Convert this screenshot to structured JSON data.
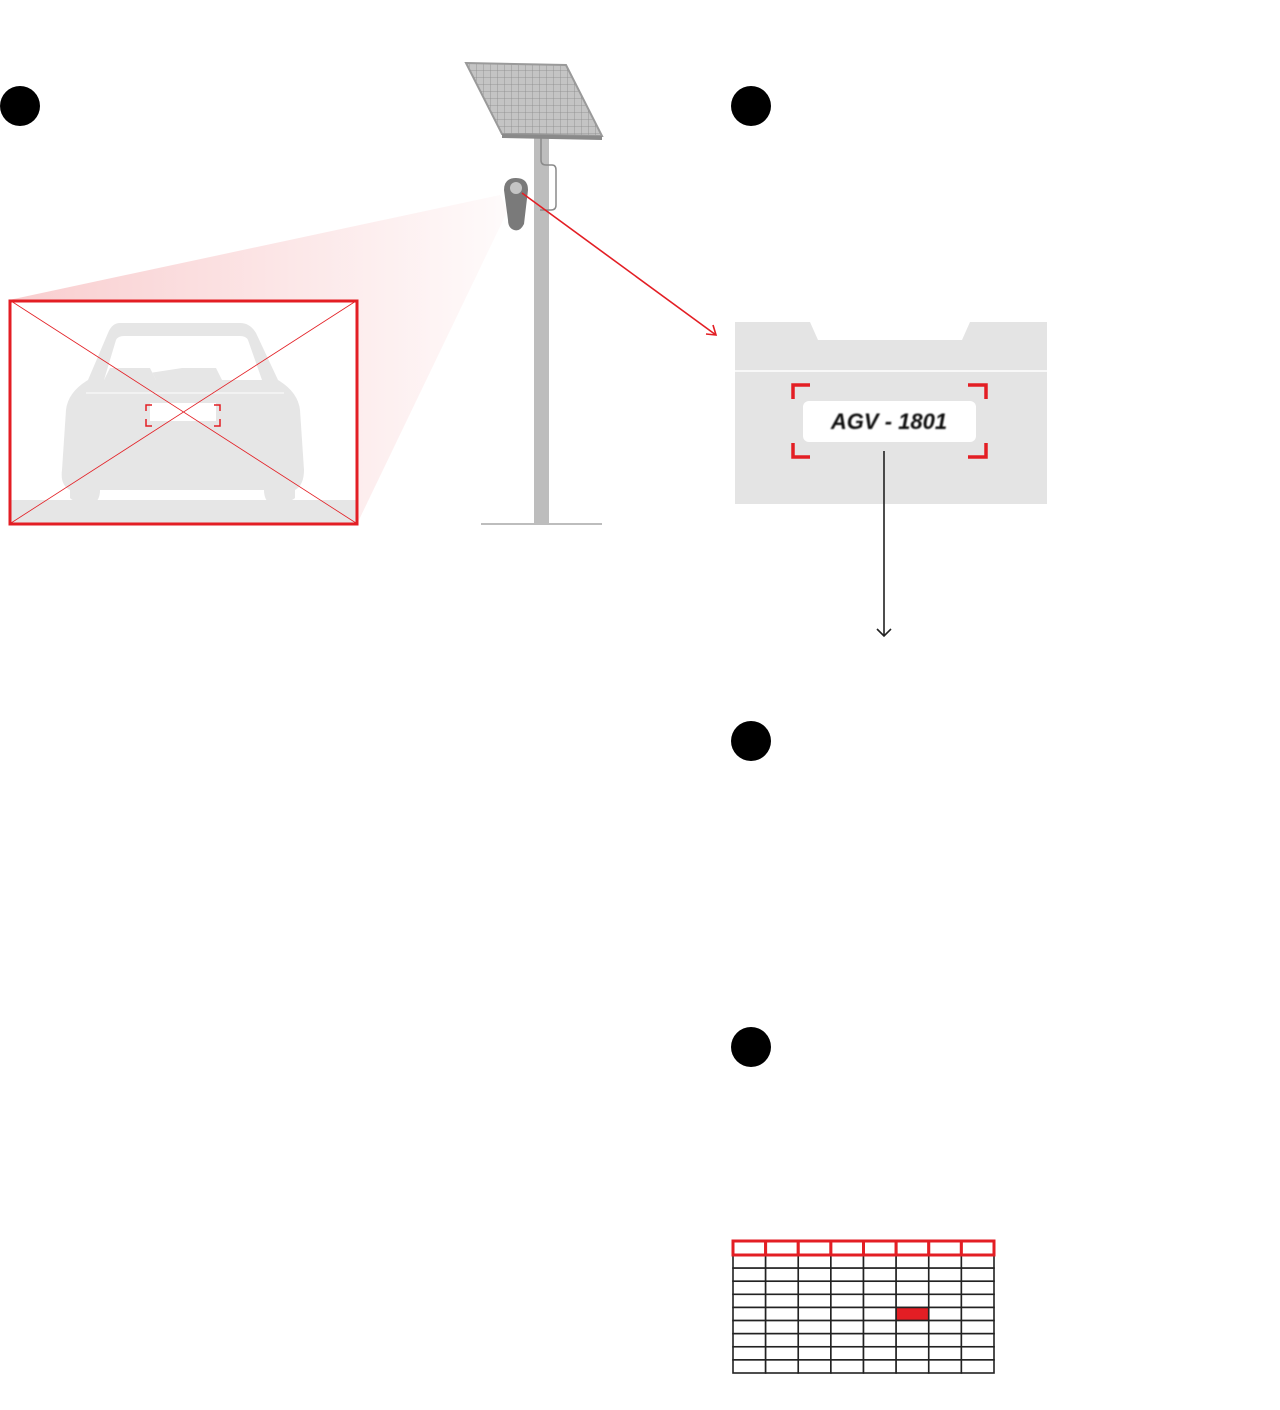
{
  "colors": {
    "accent": "#e31e24",
    "gray_light": "#e4e4e4",
    "gray_mid": "#bdbdbd",
    "gray_dark": "#7a7a7a",
    "ink": "#111111"
  },
  "steps": [
    {
      "id": "step-1",
      "icon": "filled-circle"
    },
    {
      "id": "step-2",
      "icon": "filled-circle"
    },
    {
      "id": "step-3",
      "icon": "filled-circle"
    },
    {
      "id": "step-4",
      "icon": "filled-circle"
    }
  ],
  "plate": {
    "text": "AGV - 1801"
  },
  "table": {
    "columns": 8,
    "body_rows": 9,
    "highlight_row": 5,
    "highlight_col": 6
  }
}
